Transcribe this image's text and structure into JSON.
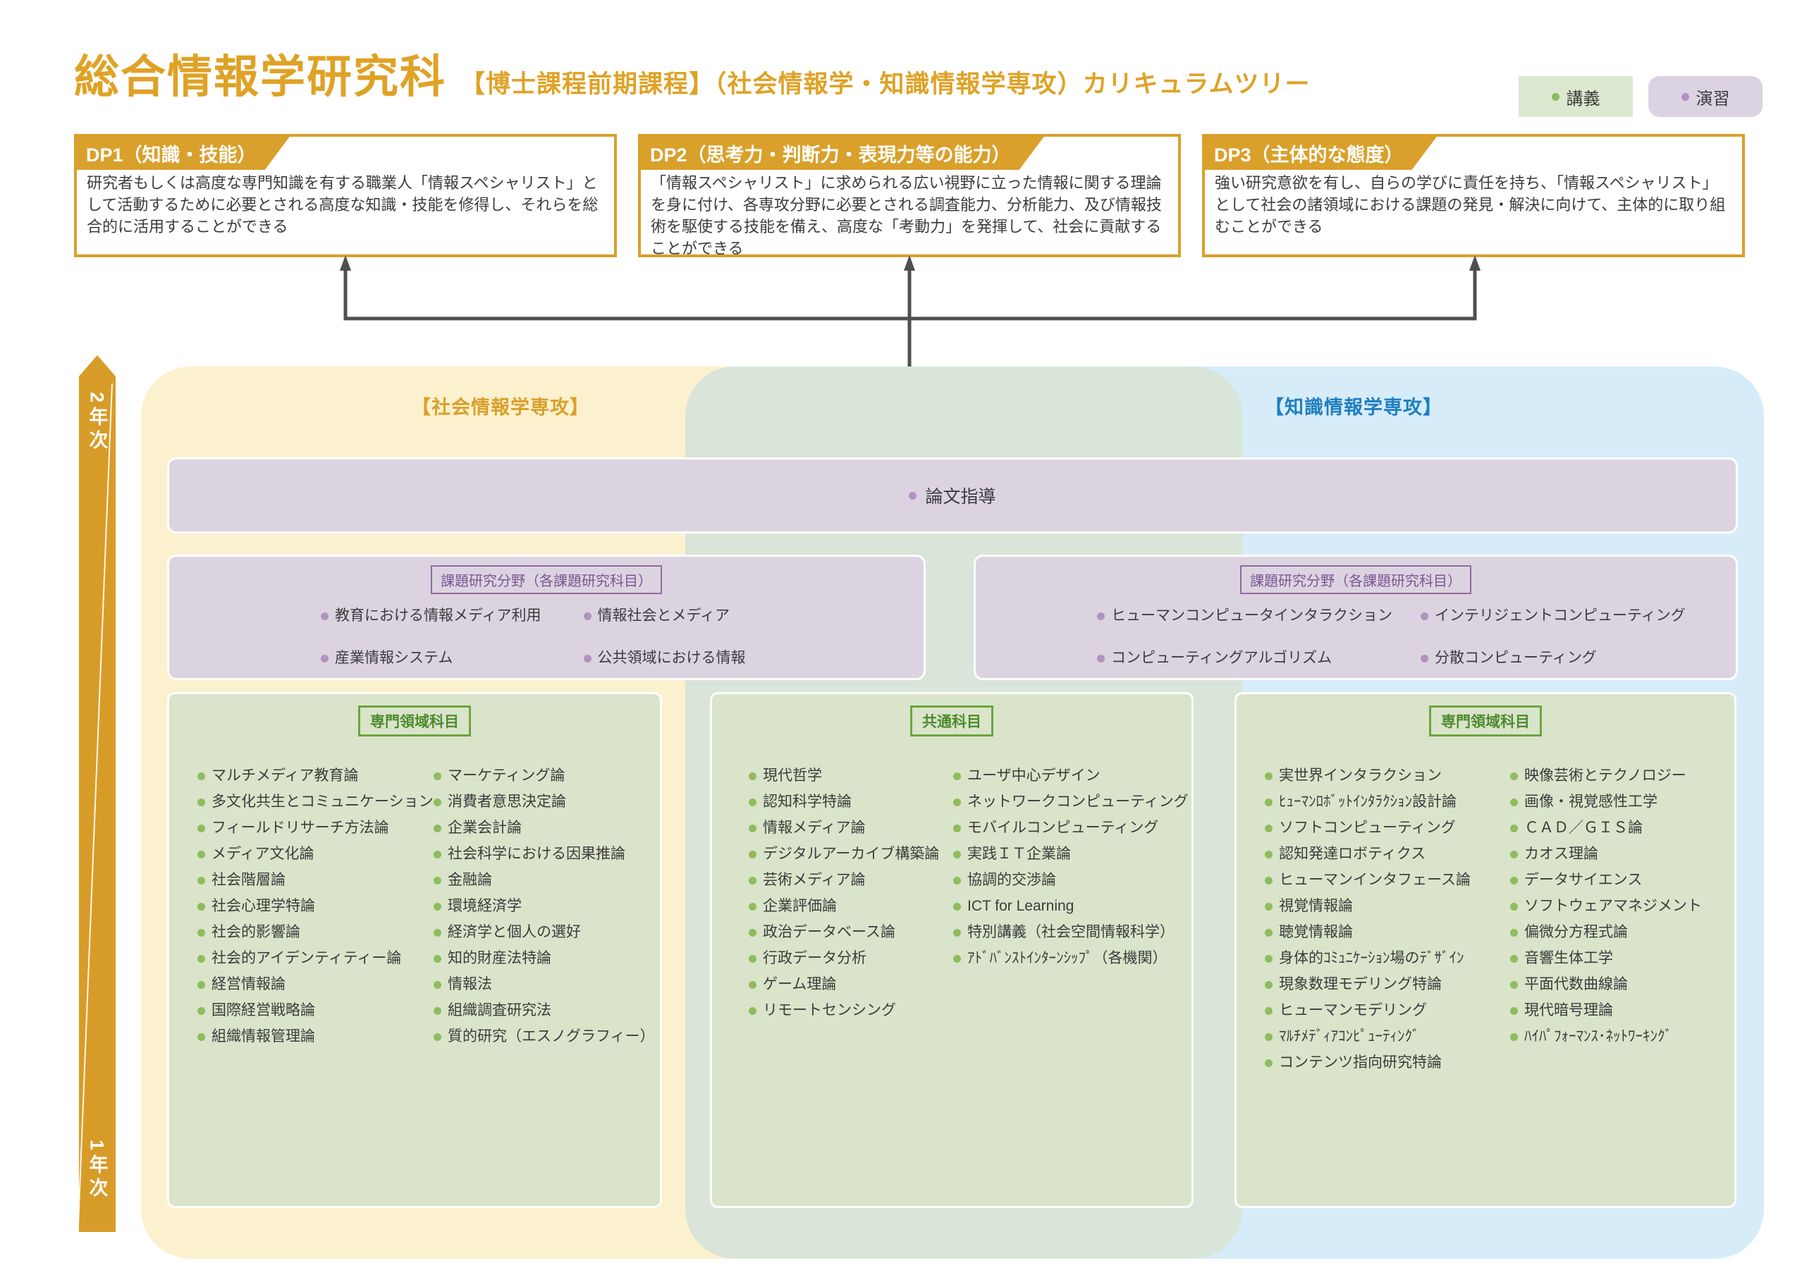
{
  "header": {
    "title": "総合情報学研究科",
    "subtitle": "【博士課程前期課程】（社会情報学・知識情報学専攻）カリキュラムツリー",
    "legend": {
      "lecture": "講義",
      "seminar": "演習"
    }
  },
  "dp_boxes": [
    {
      "tag": "DP1（知識・技能）",
      "body": "研究者もしくは高度な専門知識を有する職業人「情報スペシャリスト」として活動するために必要とされる高度な知識・技能を修得し、それらを総合的に活用することができる"
    },
    {
      "tag": "DP2（思考力・判断力・表現力等の能力）",
      "body": "「情報スペシャリスト」に求められる広い視野に立った情報に関する理論を身に付け、各専攻分野に必要とされる調査能力、分析能力、及び情報技術を駆使する技能を備え、高度な「考動力」を発揮して、社会に貢献することができる"
    },
    {
      "tag": "DP3（主体的な態度）",
      "body": "強い研究意欲を有し、自らの学びに責任を持ち、「情報スペシャリスト」として社会の諸領域における課題の発見・解決に向けて、主体的に取り組むことができる"
    }
  ],
  "year_axis": {
    "top": "2年次",
    "bottom": "1年次"
  },
  "majors": {
    "social": "【社会情報学専攻】",
    "knowledge": "【知識情報学専攻】"
  },
  "thesis_bar": {
    "label": "論文指導"
  },
  "research_fields": [
    {
      "badge": "課題研究分野（各課題研究科目）",
      "col1": [
        "教育における情報メディア利用",
        "産業情報システム"
      ],
      "col2": [
        "情報社会とメディア",
        "公共領域における情報"
      ]
    },
    {
      "badge": "課題研究分野（各課題研究科目）",
      "col1": [
        "ヒューマンコンピュータインタラクション",
        "コンピューティングアルゴリズム"
      ],
      "col2": [
        "インテリジェントコンピューティング",
        "分散コンピューティング"
      ]
    }
  ],
  "course_boxes": [
    {
      "badge": "専門領域科目",
      "col1": [
        "マルチメディア教育論",
        "多文化共生とコミュニケーション",
        "フィールドリサーチ方法論",
        "メディア文化論",
        "社会階層論",
        "社会心理学特論",
        "社会的影響論",
        "社会的アイデンティティー論",
        "経営情報論",
        "国際経営戦略論",
        "組織情報管理論"
      ],
      "col2": [
        "マーケティング論",
        "消費者意思決定論",
        "企業会計論",
        "社会科学における因果推論",
        "金融論",
        "環境経済学",
        "経済学と個人の選好",
        "知的財産法特論",
        "情報法",
        "組織調査研究法",
        "質的研究（エスノグラフィー）"
      ]
    },
    {
      "badge": "共通科目",
      "col1": [
        "現代哲学",
        "認知科学特論",
        "情報メディア論",
        "デジタルアーカイブ構築論",
        "芸術メディア論",
        "企業評価論",
        "政治データベース論",
        "行政データ分析",
        "ゲーム理論",
        "リモートセンシング"
      ],
      "col2": [
        "ユーザ中心デザイン",
        "ネットワークコンピューティング",
        "モバイルコンピューティング",
        "実践ＩＴ企業論",
        "協調的交渉論",
        "ICT for Learning",
        "特別講義（社会空間情報科学）",
        "ｱﾄﾞﾊﾞﾝｽﾄｲﾝﾀｰﾝｼｯﾌﾟ（各機関）"
      ]
    },
    {
      "badge": "専門領域科目",
      "col1": [
        "実世界インタラクション",
        "ﾋｭｰﾏﾝﾛﾎﾞｯﾄｲﾝﾀﾗｸｼｮﾝ設計論",
        "ソフトコンピューティング",
        "認知発達ロボティクス",
        "ヒューマンインタフェース論",
        "視覚情報論",
        "聴覚情報論",
        "身体的ｺﾐｭﾆｹｰｼｮﾝ場のﾃﾞｻﾞｲﾝ",
        "現象数理モデリング特論",
        "ヒューマンモデリング",
        "ﾏﾙﾁﾒﾃﾞｨｱｺﾝﾋﾟｭｰﾃｨﾝｸﾞ",
        "コンテンツ指向研究特論"
      ],
      "col2": [
        "映像芸術とテクノロジー",
        "画像・視覚感性工学",
        "ＣＡＤ／ＧＩＳ論",
        "カオス理論",
        "データサイエンス",
        "ソフトウェアマネジメント",
        "偏微分方程式論",
        "音響生体工学",
        "平面代数曲線論",
        "現代暗号理論",
        "ﾊｲﾊﾟﾌｫｰﾏﾝｽ･ﾈｯﾄﾜｰｷﾝｸﾞ"
      ]
    }
  ],
  "colors": {
    "accent_orange": "#d9a02b",
    "title_orange": "#dfa226",
    "heading_blue": "#1f7fc0",
    "lecture_green_dot": "#8fbc5c",
    "seminar_purple_dot": "#b193be",
    "panel_social_yellow": "#fcf1ce",
    "panel_common_green": "#d8e5d8",
    "panel_knowledge_blue": "#d7ecf9",
    "purple_box": "#dcd3e1",
    "green_box": "#d9e4ca",
    "arrow_gray": "#4f4f4f"
  }
}
